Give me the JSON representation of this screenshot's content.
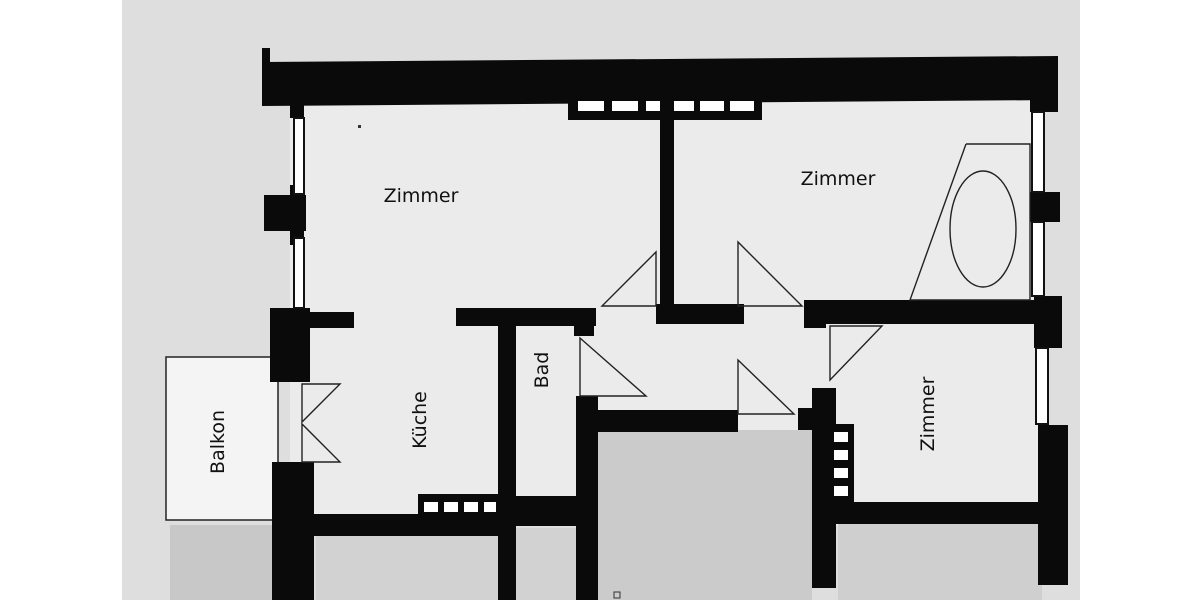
{
  "floorplan": {
    "rooms": {
      "living_room": {
        "label": "Zimmer"
      },
      "bedroom_top_right": {
        "label": "Zimmer"
      },
      "bedroom_bottom_right": {
        "label": "Zimmer"
      },
      "kitchen": {
        "label": "Küche"
      },
      "bathroom": {
        "label": "Bad"
      },
      "balcony": {
        "label": "Balkon"
      }
    },
    "colors": {
      "wall": "#0a0a0a",
      "floor": "#e9e9e9",
      "paper": "#ffffff",
      "scan_background": "#dcdcdc",
      "neighbor_area": "#c9c9c9"
    }
  }
}
